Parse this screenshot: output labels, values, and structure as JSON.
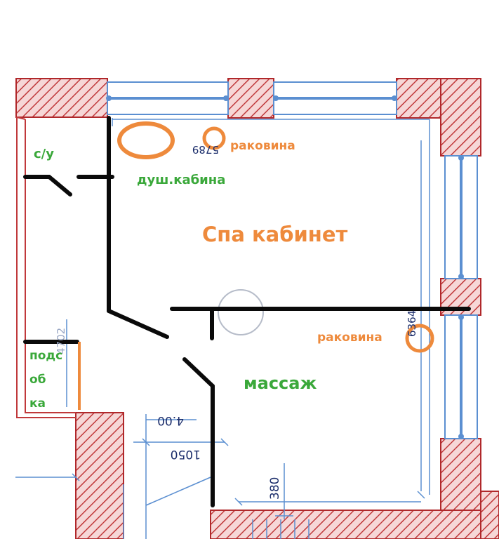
{
  "labels": {
    "wc": "с/у",
    "shower": "душ.кабина",
    "sink_top": "раковина",
    "spa": "Спа кабинет",
    "sink_mid": "раковина",
    "massage": "массаж",
    "utility_1": "подс",
    "utility_2": "об",
    "utility_3": "ка"
  },
  "dimensions": {
    "top_width": "5789",
    "right_height": "6364",
    "left_height": "4702",
    "door_a": "4.00",
    "door_b": "1050",
    "bottom": "380"
  },
  "colors": {
    "wall_hatch": "#c0393b",
    "wall_fill": "#f6d7d7",
    "window_blue": "#5b8fd1",
    "annotation_black": "#0a0a0a",
    "annotation_orange": "#ee8a3c",
    "label_green": "#3aa83a"
  }
}
